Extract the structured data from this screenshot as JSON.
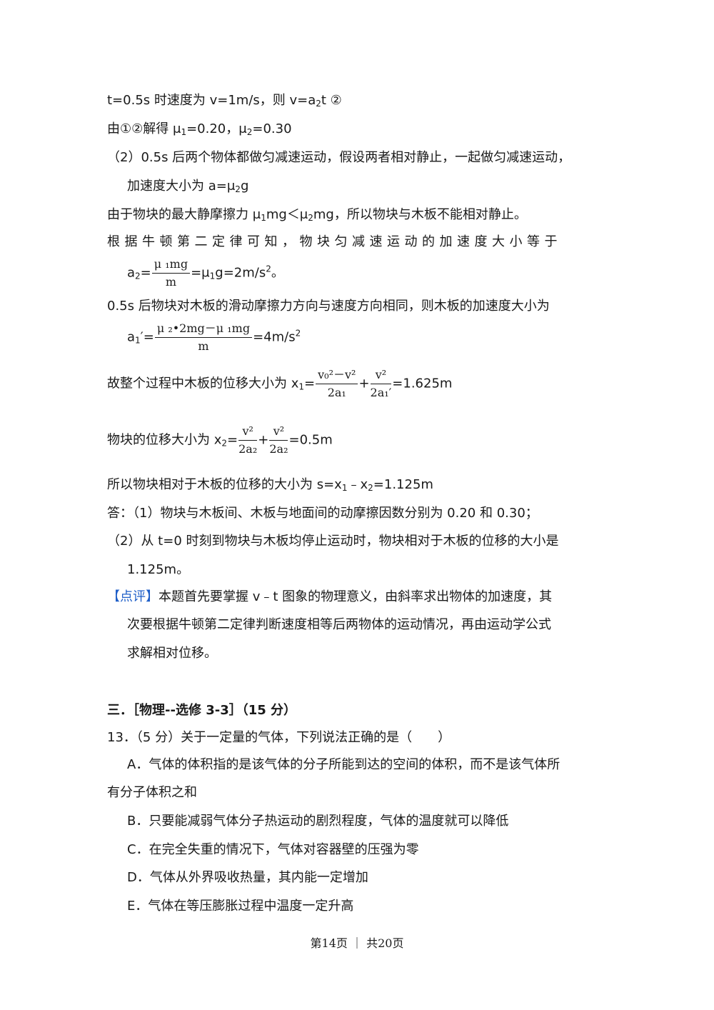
{
  "lines": {
    "l1": "t=0.5s 时速度为 v=1m/s，则  v=a",
    "l1_sub": "2",
    "l1_tail": "t  ②",
    "l2a": "由①②解得 μ",
    "l2_sub1": "1",
    "l2b": "=0.20，μ",
    "l2_sub2": "2",
    "l2c": "=0.30",
    "l3": "（2）0.5s 后两个物体都做匀减速运动，假设两者相对静止，一起做匀减速运动，",
    "l4a": "加速度大小为 a=μ",
    "l4_sub": "2",
    "l4b": "g",
    "l5a": "由于物块的最大静摩擦力 μ",
    "l5_sub1": "1",
    "l5b": "mg＜μ",
    "l5_sub2": "2",
    "l5c": "mg，所以物块与木板不能相对静止。",
    "l6": "根据牛顿第二定律可知，物块匀减速运动的加速度大小等于",
    "l7a": "a",
    "l7_sub": "2",
    "l7b": "=",
    "l7_num": "μ ₁mg",
    "l7_den": "m",
    "l7c": "=μ",
    "l7_sub2": "1",
    "l7d": "g=2m/s",
    "l7_sup": "2",
    "l7e": "。",
    "l8": "0.5s 后物块对木板的滑动摩擦力方向与速度方向相同，则木板的加速度大小为",
    "l9a": "a",
    "l9_sub": "1",
    "l9b": "′=",
    "l9_num": "μ ₂•2mg－μ ₁mg",
    "l9_den": "m",
    "l9c": "=4m/s",
    "l9_sup": "2",
    "l10a": "故整个过程中木板的位移大小为 x",
    "l10_sub": "1",
    "l10b": "=",
    "l10_num1": "v₀²－v²",
    "l10_den1": "2a₁",
    "l10_plus": "+",
    "l10_num2": "v²",
    "l10_den2": "2a₁′",
    "l10c": "=1.625m",
    "l11a": "物块的位移大小为 x",
    "l11_sub": "2",
    "l11b": "=",
    "l11_num1": "v²",
    "l11_den1": "2a₂",
    "l11_plus": "+",
    "l11_num2": "v²",
    "l11_den2": "2a₂",
    "l11c": "=0.5m",
    "l12a": "所以物块相对于木板的位移的大小为 s=x",
    "l12_sub1": "1",
    "l12b": "﹣x",
    "l12_sub2": "2",
    "l12c": "=1.125m",
    "l13": "答：（1）物块与木板间、木板与地面间的动摩擦因数分别为 0.20 和 0.30；",
    "l14": "（2）从 t=0 时刻到物块与木板均停止运动时，物块相对于木板的位移的大小是",
    "l15": "1.125m。",
    "l16_tag": "【点评】",
    "l16": "本题首先要掌握 v﹣t 图象的物理意义，由斜率求出物体的加速度，其",
    "l17": "次要根据牛顿第二定律判断速度相等后两物体的运动情况，再由运动学公式",
    "l18": "求解相对位移。",
    "sec": "三．［物理--选修 3-3］（15 分）",
    "q13": "13．（5 分）关于一定量的气体，下列说法正确的是（　　）",
    "optA1": "A．气体的体积指的是该气体的分子所能到达的空间的体积，而不是该气体所",
    "optA2": "有分子体积之和",
    "optB": "B．只要能减弱气体分子热运动的剧烈程度，气体的温度就可以降低",
    "optC": "C．在完全失重的情况下，气体对容器壁的压强为零",
    "optD": "D．气体从外界吸收热量，其内能一定增加",
    "optE": "E．气体在等压膨胀过程中温度一定升高"
  },
  "footer": "第14页 ｜ 共20页"
}
